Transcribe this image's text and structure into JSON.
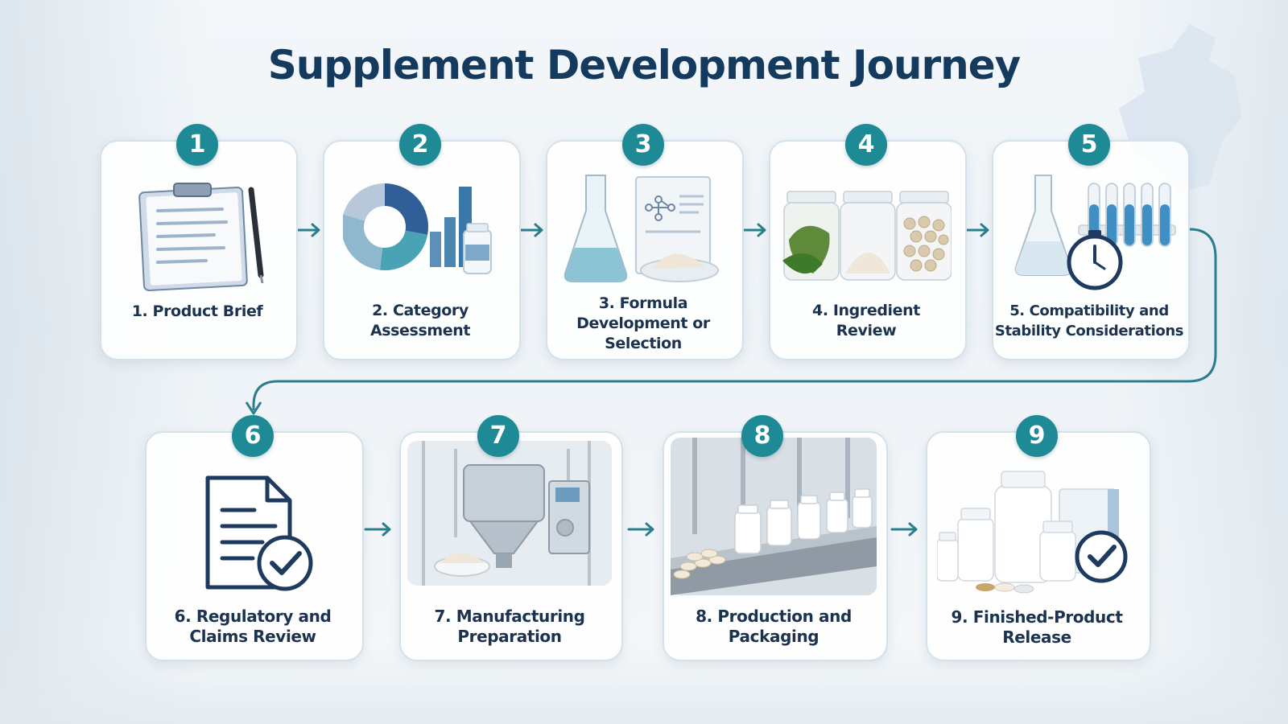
{
  "title": "Supplement Development Journey",
  "colors": {
    "title": "#143a5e",
    "badge": "#1e8a96",
    "arrow": "#2b7f8c",
    "card_border": "#d3e1ea",
    "label": "#1c3350"
  },
  "steps": [
    {
      "number": "1",
      "label_lines": [
        "1. Product Brief"
      ],
      "icon": "clipboard-pen-icon"
    },
    {
      "number": "2",
      "label_lines": [
        "2. Category",
        "Assessment"
      ],
      "icon": "chart-and-bottle-icon"
    },
    {
      "number": "3",
      "label_lines": [
        "3. Formula",
        "Development or",
        "Selection"
      ],
      "icon": "flask-and-formula-icon"
    },
    {
      "number": "4",
      "label_lines": [
        "4. Ingredient",
        "Review"
      ],
      "icon": "ingredient-jars-icon"
    },
    {
      "number": "5",
      "label_lines": [
        "5. Compatibility and",
        "Stability Considerations"
      ],
      "icon": "flask-tubes-timer-icon"
    },
    {
      "number": "6",
      "label_lines": [
        "6. Regulatory and",
        "Claims Review"
      ],
      "icon": "document-check-icon"
    },
    {
      "number": "7",
      "label_lines": [
        "7. Manufacturing",
        "Preparation"
      ],
      "icon": "mixing-machine-icon"
    },
    {
      "number": "8",
      "label_lines": [
        "8. Production and",
        "Packaging"
      ],
      "icon": "bottling-line-icon"
    },
    {
      "number": "9",
      "label_lines": [
        "9. Finished-Product",
        "Release"
      ],
      "icon": "bottles-check-icon"
    }
  ]
}
